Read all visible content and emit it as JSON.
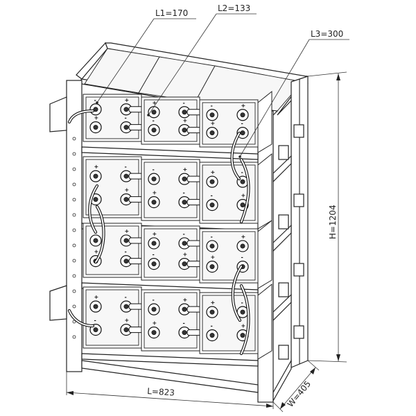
{
  "dimensions": {
    "l1": "L1=170",
    "l2": "L2=133",
    "l3": "L3=300",
    "h": "H=1204",
    "l": "L=823",
    "w": "W=405"
  },
  "terminal_signs": {
    "positive": "+",
    "negative": "-"
  }
}
